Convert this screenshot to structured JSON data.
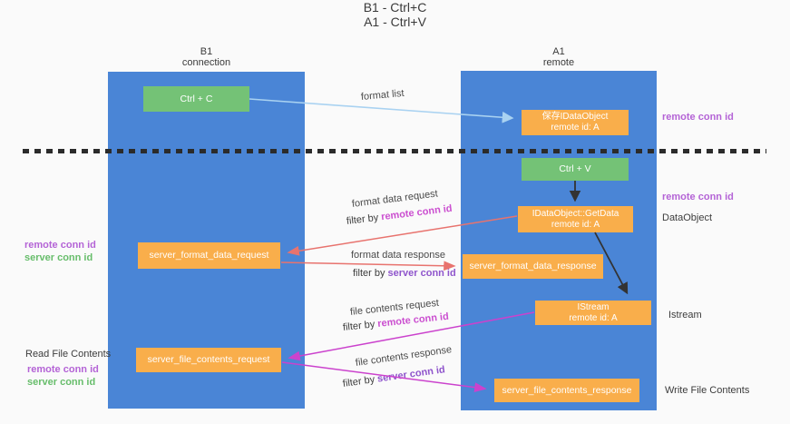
{
  "title": {
    "line1": "B1 - Ctrl+C",
    "line2": "A1 - Ctrl+V"
  },
  "columns": {
    "left": {
      "name": "B1",
      "subtitle": "connection"
    },
    "right": {
      "name": "A1",
      "subtitle": "remote"
    }
  },
  "boxes": {
    "ctrl_c": "Ctrl + C",
    "ctrl_v": "Ctrl + V",
    "save_idataobject": {
      "line1": "保存IDataObject",
      "line2": "remote id: A"
    },
    "getdata": {
      "line1": "IDataObject::GetData",
      "line2": "remote id: A"
    },
    "istream": {
      "line1": "IStream",
      "line2": "remote id: A"
    },
    "server_format_data_request": "server_format_data_request",
    "server_format_data_response": "server_format_data_response",
    "server_file_contents_request": "server_file_contents_request",
    "server_file_contents_response": "server_file_contents_response"
  },
  "arrow_labels": {
    "format_list": "format list",
    "format_data_request": "format data request",
    "format_data_response": "format data response",
    "file_contents_request": "file contents request",
    "file_contents_response": "file contents response",
    "filter_by": "filter by ",
    "remote_conn_id": "remote conn id",
    "server_conn_id": "server conn id"
  },
  "side_labels": {
    "remote_conn_id": "remote conn id",
    "server_conn_id": "server conn id",
    "dataobject": "DataObject",
    "istream": "Istream",
    "read_file_contents": "Read File Contents",
    "write_file_contents": "Write File Contents"
  },
  "colors": {
    "column_blue": "#4a85d6",
    "box_green": "#74c276",
    "box_orange": "#f9ae4b",
    "arrow_blue": "#a9d2f1",
    "arrow_black": "#333333",
    "arrow_red": "#e8736e",
    "arrow_magenta": "#cb42cd",
    "remote_conn_text": "#b463d6",
    "server_conn_green": "#67bd6b",
    "server_conn_purple": "#8f55cc"
  }
}
